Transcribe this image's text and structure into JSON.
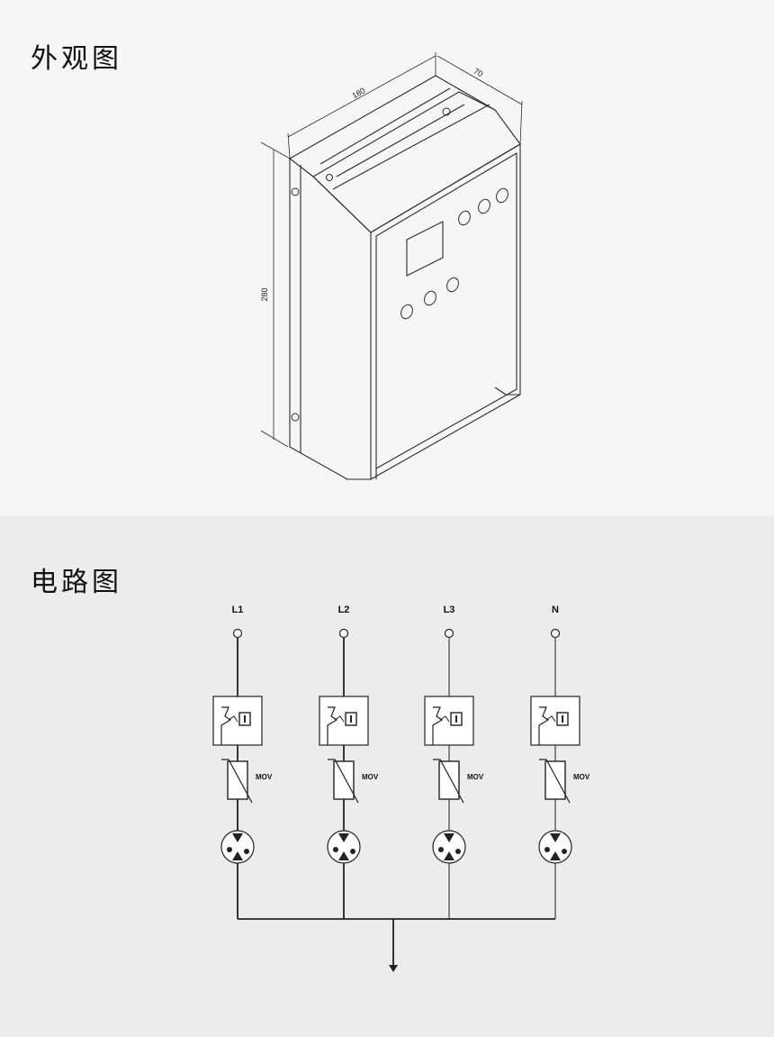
{
  "sections": {
    "appearance": {
      "title": "外观图"
    },
    "circuit": {
      "title": "电路图"
    }
  },
  "dimensions": {
    "width": "180",
    "depth": "70",
    "height": "280"
  },
  "circuit": {
    "phases": [
      {
        "label": "L1",
        "mov_label": "MOV"
      },
      {
        "label": "L2",
        "mov_label": "MOV"
      },
      {
        "label": "L3",
        "mov_label": "MOV"
      },
      {
        "label": "N",
        "mov_label": "MOV"
      }
    ]
  },
  "colors": {
    "line": "#222222",
    "background": "#f6f6f6"
  }
}
